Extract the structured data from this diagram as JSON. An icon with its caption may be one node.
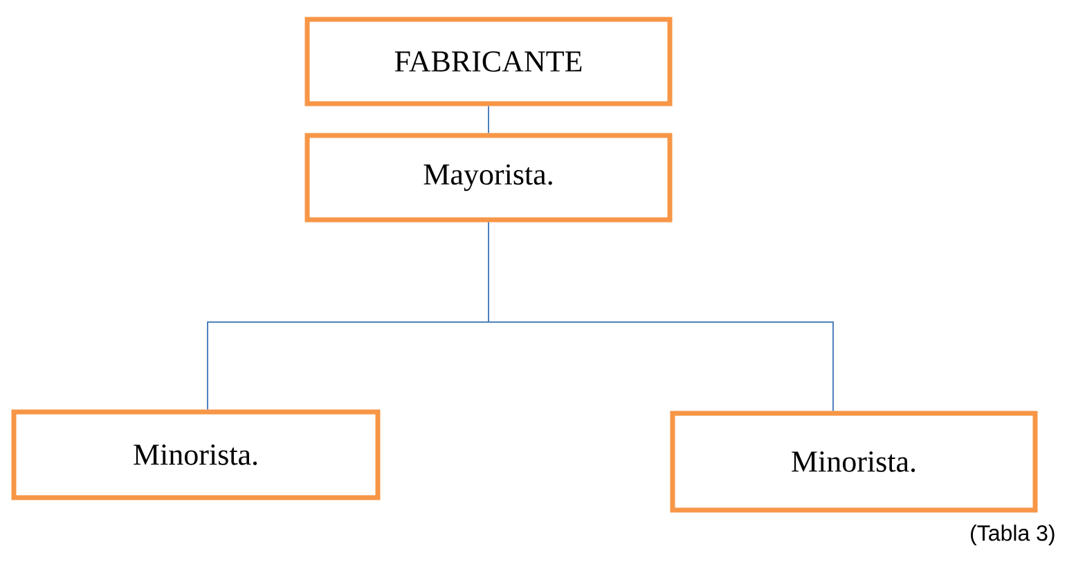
{
  "diagram": {
    "nodes": [
      {
        "text": [
          "FABRICANTE"
        ]
      },
      {
        "text": [
          "Mayorista."
        ]
      },
      {
        "text": [
          "Minorista."
        ]
      },
      {
        "text": [
          "Minorista."
        ]
      }
    ],
    "edges": [
      {
        "from": 0,
        "to": 1,
        "arrow": "none"
      },
      {
        "from": 1,
        "to": 2,
        "arrow": "none"
      },
      {
        "from": 1,
        "to": 3,
        "arrow": "none"
      }
    ],
    "labels": [
      "(Tabla 3)"
    ]
  }
}
